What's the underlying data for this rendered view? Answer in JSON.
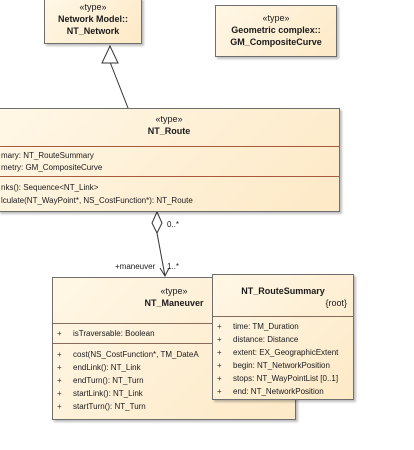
{
  "network": {
    "stereotype": "«type»",
    "name_line1": "Network Model::",
    "name_line2": "NT_Network"
  },
  "composite": {
    "stereotype": "«type»",
    "name_line1": "Geometric complex::",
    "name_line2": "GM_CompositeCurve"
  },
  "route": {
    "stereotype": "«type»",
    "name": "NT_Route",
    "attributes": [
      "mary: NT_RouteSummary",
      "metry: GM_CompositeCurve"
    ],
    "operations": [
      "nks(): Sequence<NT_Link>",
      "lculate(NT_WayPoint*, NS_CostFunction*): NT_Route"
    ]
  },
  "maneuver": {
    "stereotype": "«type»",
    "name": "NT_Maneuver",
    "attributes": [
      {
        "vis": "+",
        "text": "isTraversable: Boolean"
      }
    ],
    "operations": [
      {
        "vis": "+",
        "text": "cost(NS_CostFunction*, TM_DateA"
      },
      {
        "vis": "+",
        "text": "endLink(): NT_Link"
      },
      {
        "vis": "+",
        "text": "endTurn(): NT_Turn"
      },
      {
        "vis": "+",
        "text": "startLink(): NT_Link"
      },
      {
        "vis": "+",
        "text": "startTurn(): NT_Turn"
      }
    ]
  },
  "summary": {
    "name": "NT_RouteSummary",
    "tag": "{root}",
    "attributes": [
      {
        "vis": "+",
        "text": "time: TM_Duration"
      },
      {
        "vis": "+",
        "text": "distance: Distance"
      },
      {
        "vis": "+",
        "text": "extent: EX_GeographicExtent"
      },
      {
        "vis": "+",
        "text": "begin: NT_NetworkPosition"
      },
      {
        "vis": "+",
        "text": "stops: NT_WayPointList [0..1]"
      },
      {
        "vis": "+",
        "text": "end: NT_NetworkPosition"
      }
    ]
  },
  "labels": {
    "route_mult": "0..*",
    "maneuver_role": "+maneuver",
    "maneuver_mult": "1..*"
  }
}
